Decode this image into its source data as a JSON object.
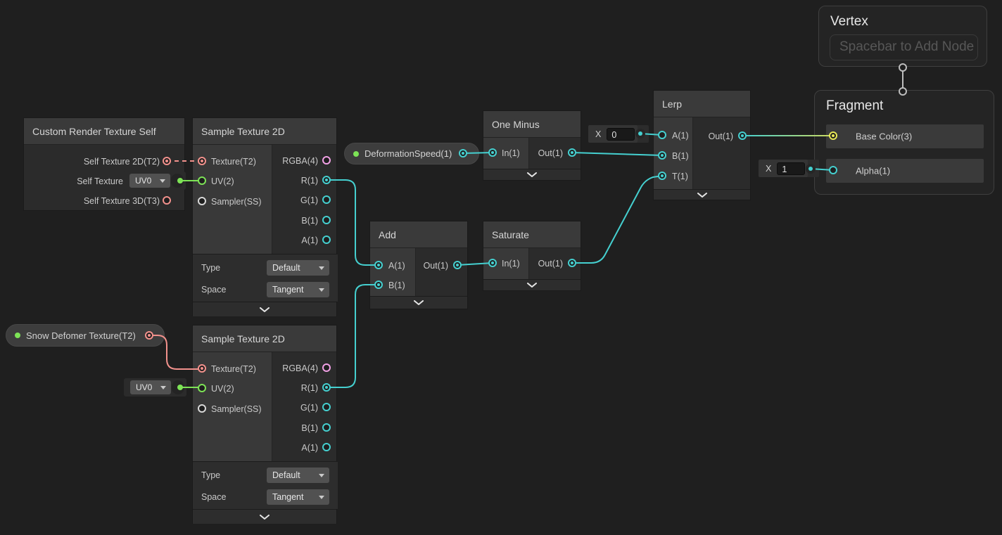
{
  "colors": {
    "wire_cyan": "#45d0d0",
    "wire_green": "#7de356",
    "wire_red": "#f2918c",
    "port_pink": "#f2a0e5",
    "port_yellow": "#e8e857",
    "port_gray": "#d8d8d8",
    "canvas_bg": "#1f1f1f"
  },
  "nodes": {
    "crt": {
      "title": "Custom Render Texture Self",
      "out_2d": "Self Texture 2D(T2)",
      "out_mid": "Self Texture",
      "out_3d": "Self Texture 3D(T3)"
    },
    "sample1": {
      "title": "Sample Texture 2D",
      "inputs": [
        "Texture(T2)",
        "UV(2)",
        "Sampler(SS)"
      ],
      "outputs": [
        "RGBA(4)",
        "R(1)",
        "G(1)",
        "B(1)",
        "A(1)"
      ],
      "type_label": "Type",
      "type_value": "Default",
      "space_label": "Space",
      "space_value": "Tangent"
    },
    "sample2": {
      "title": "Sample Texture 2D",
      "inputs": [
        "Texture(T2)",
        "UV(2)",
        "Sampler(SS)"
      ],
      "outputs": [
        "RGBA(4)",
        "R(1)",
        "G(1)",
        "B(1)",
        "A(1)"
      ],
      "type_label": "Type",
      "type_value": "Default",
      "space_label": "Space",
      "space_value": "Tangent"
    },
    "one_minus": {
      "title": "One Minus",
      "in": "In(1)",
      "out": "Out(1)"
    },
    "add": {
      "title": "Add",
      "a": "A(1)",
      "b": "B(1)",
      "out": "Out(1)"
    },
    "saturate": {
      "title": "Saturate",
      "in": "In(1)",
      "out": "Out(1)"
    },
    "lerp": {
      "title": "Lerp",
      "a": "A(1)",
      "b": "B(1)",
      "t": "T(1)",
      "out": "Out(1)"
    },
    "vertex": {
      "title": "Vertex",
      "placeholder": "Spacebar to Add Node"
    },
    "fragment": {
      "title": "Fragment",
      "base_color": "Base Color(3)",
      "alpha": "Alpha(1)"
    }
  },
  "pills": {
    "deformation_speed": "DeformationSpeed(1)",
    "snow_deformer": "Snow Defomer Texture(T2)"
  },
  "inline_widgets": {
    "lerp_a": {
      "label": "X",
      "value": "0"
    },
    "alpha": {
      "label": "X",
      "value": "1"
    },
    "uv_top": "UV0",
    "uv_bottom": "UV0"
  }
}
